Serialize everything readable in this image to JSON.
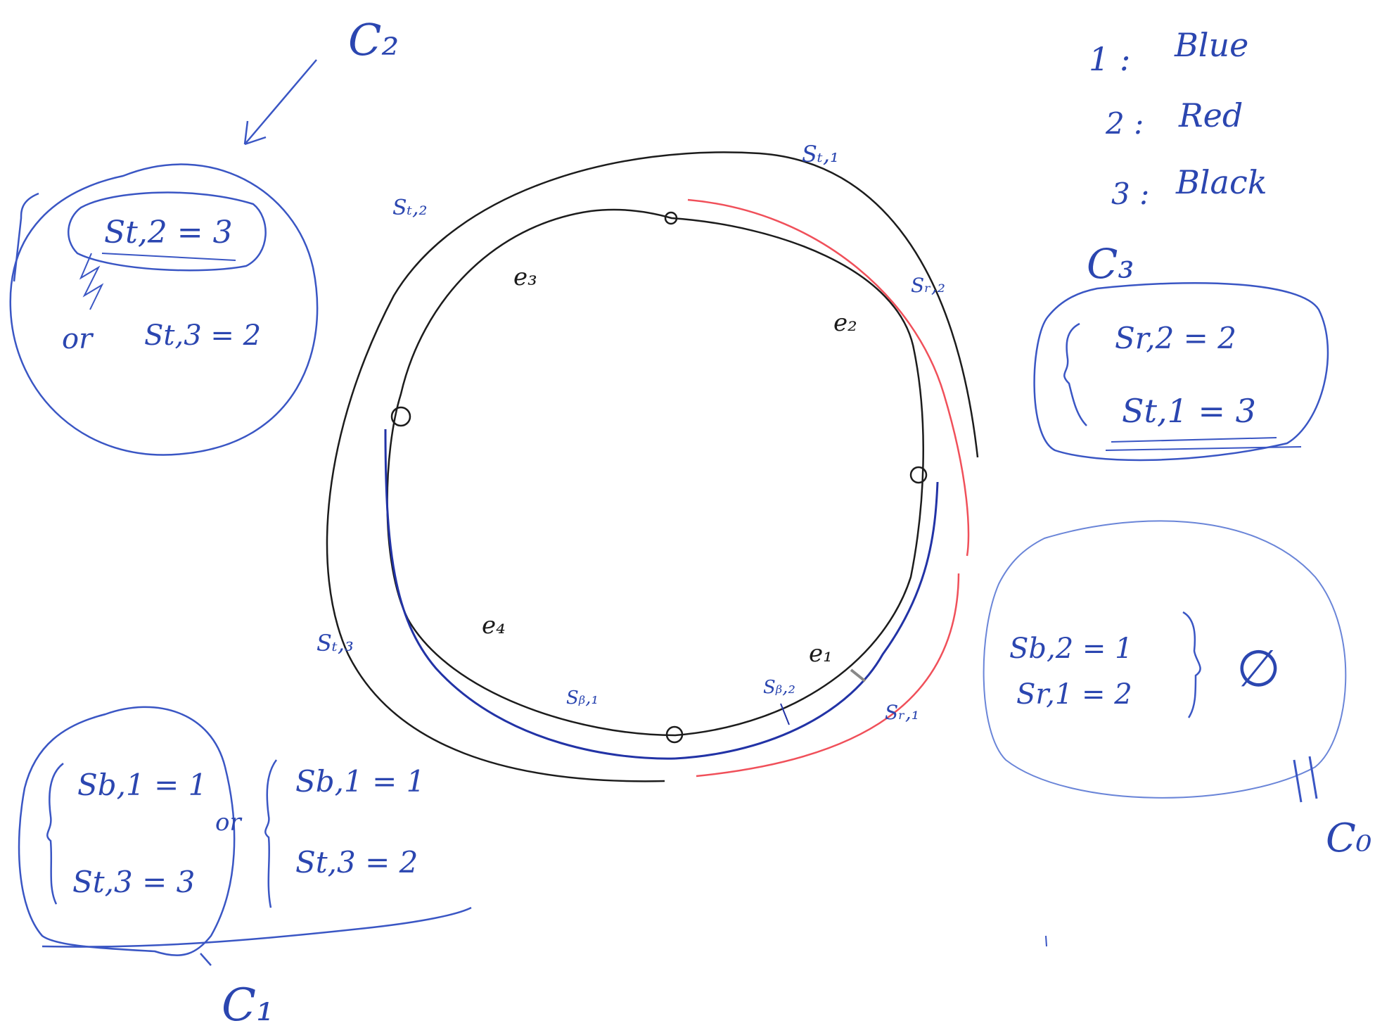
{
  "legend": {
    "items": [
      {
        "key": "1 :",
        "color_name": "Blue",
        "color": "#2233a6"
      },
      {
        "key": "2 :",
        "color_name": "Red",
        "color": "#f0505a"
      },
      {
        "key": "3 :",
        "color_name": "Black",
        "color": "#1c1c1c"
      }
    ]
  },
  "labels": {
    "c2": "C₂",
    "c3": "C₃",
    "c1": "C₁",
    "c0": "C₀",
    "e1": "e₁",
    "e2": "e₂",
    "e3": "e₃",
    "e4": "e₄",
    "st1_top": "Sₜ,₁",
    "st2_left": "Sₜ,₂",
    "st3": "Sₜ,₃",
    "sr2": "Sᵣ,₂",
    "sr1": "Sᵣ,₁",
    "sb1": "Sᵦ,₁",
    "sb2": "Sᵦ,₂"
  },
  "groups": {
    "c2": {
      "eq1": "St,2 = 3",
      "or": "or",
      "eq2": "St,3 = 2"
    },
    "c3": {
      "eq1": "Sr,2 = 2",
      "eq2": "St,1 = 3"
    },
    "c0": {
      "eq1": "Sb,2 = 1",
      "eq2": "Sr,1 = 2",
      "result": "∅"
    },
    "c1": {
      "left_eq1": "Sb,1 = 1",
      "left_eq2": "St,3 = 3",
      "or": "or",
      "right_eq1": "Sb,1 = 1",
      "right_eq2": "St,3 = 2"
    }
  },
  "colors": {
    "ink_blue": "#2b46b0",
    "circle_blue": "#3a56c4",
    "edge_red": "#f0505a",
    "edge_blue": "#2233a6",
    "edge_black": "#1c1c1c"
  }
}
